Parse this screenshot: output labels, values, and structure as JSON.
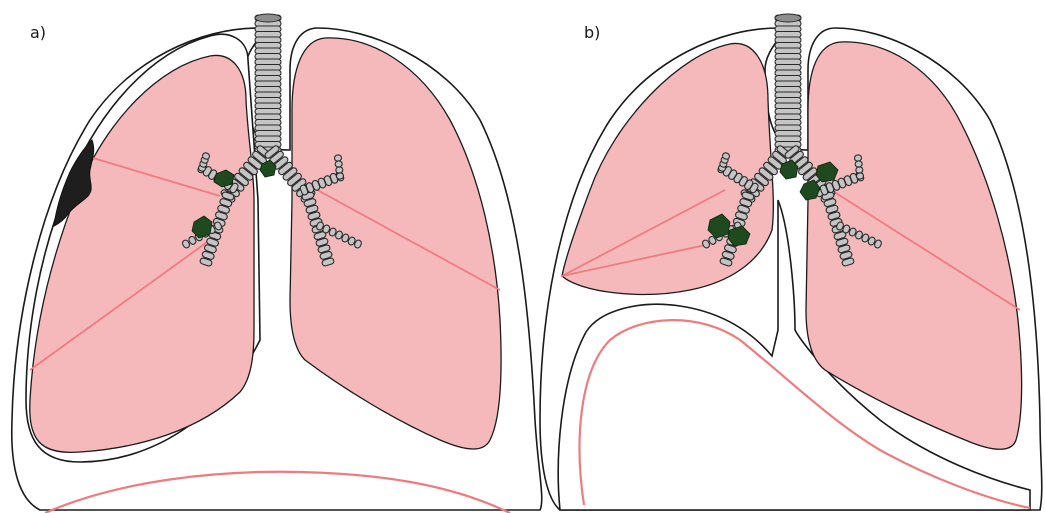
{
  "panels": [
    {
      "id": "a",
      "label": "a)"
    },
    {
      "id": "b",
      "label": "b)"
    }
  ],
  "colors": {
    "lung_fill": "#f5b9bb",
    "fissure_line": "#ef7b7f",
    "airway": "#c4c4c4",
    "lymph_node": "#1f4a1f",
    "tumor": "#1e1e1e",
    "outline": "#1a1a1a"
  }
}
